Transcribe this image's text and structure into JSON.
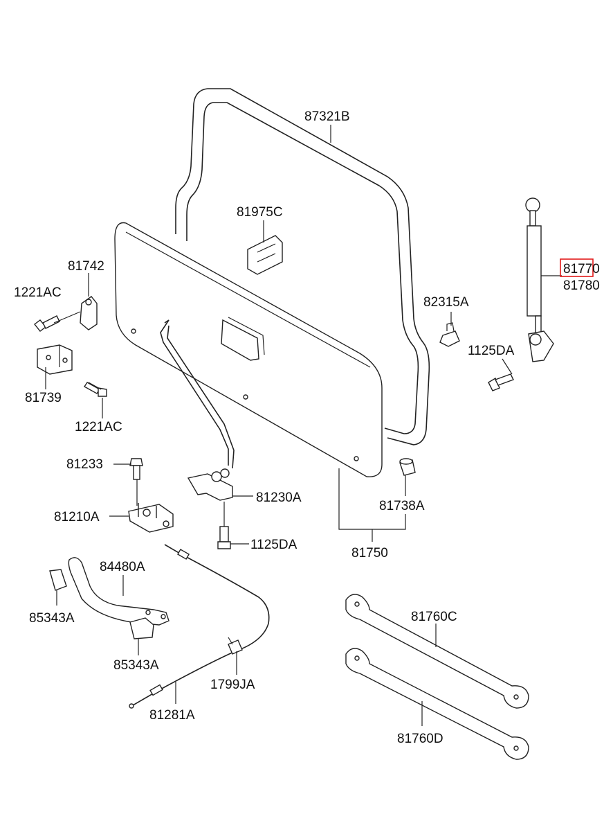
{
  "labels": {
    "p87321B": "87321B",
    "p81975C": "81975C",
    "p81742": "81742",
    "p1221AC_top": "1221AC",
    "p81739": "81739",
    "p1221AC_bot": "1221AC",
    "p82315A": "82315A",
    "p1125DA_right": "1125DA",
    "p81770": "81770",
    "p81780": "81780",
    "p81233": "81233",
    "p81210A": "81210A",
    "p81230A": "81230A",
    "p1125DA_mid": "1125DA",
    "p81738A": "81738A",
    "p81750": "81750",
    "p84480A": "84480A",
    "p85343A_left": "85343A",
    "p85343A_bot": "85343A",
    "p1799JA": "1799JA",
    "p81281A": "81281A",
    "p81760C": "81760C",
    "p81760D": "81760D"
  },
  "colors": {
    "line": "#222222",
    "highlight": "#e21a1a"
  }
}
